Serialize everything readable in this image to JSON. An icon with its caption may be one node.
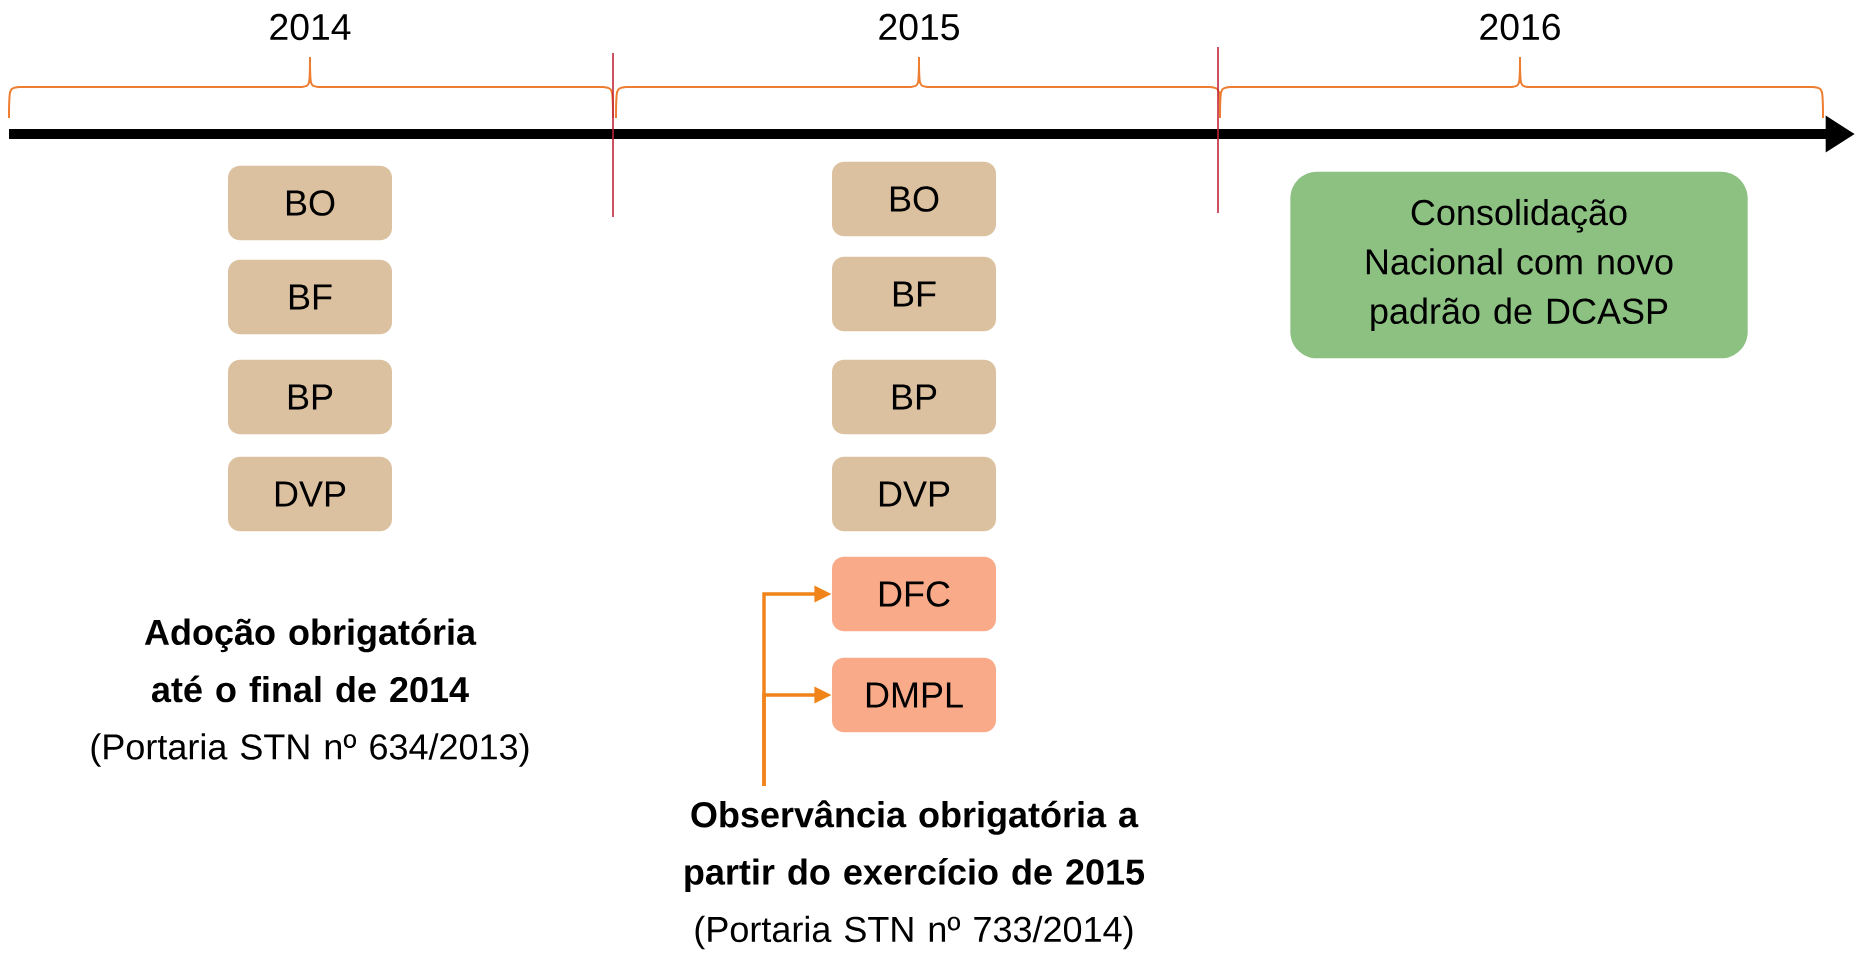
{
  "diagram": {
    "nodes": [
      {
        "text": [
          "BO"
        ]
      },
      {
        "text": [
          "BF"
        ]
      },
      {
        "text": [
          "BP"
        ]
      },
      {
        "text": [
          "DVP"
        ]
      },
      {
        "text": [
          "BO"
        ]
      },
      {
        "text": [
          "BF"
        ]
      },
      {
        "text": [
          "BP"
        ]
      },
      {
        "text": [
          "DVP"
        ]
      },
      {
        "text": [
          "DFC"
        ]
      },
      {
        "text": [
          "DMPL"
        ]
      },
      {
        "text": [
          "Consolidação Nacional com novo padrão de DCASP"
        ]
      },
      {
        "text": [
          "Observância obrigatória a partir do exercício de 2015",
          "(Portaria STN nº 733/2014)"
        ]
      }
    ],
    "edges": [
      {
        "from": 11,
        "to": 8,
        "arrow": "to"
      },
      {
        "from": 11,
        "to": 9,
        "arrow": "to"
      }
    ],
    "labels": [
      "2014",
      "2015",
      "2016",
      "Adoção obrigatória até o final de 2014",
      "(Portaria STN nº 634/2013)"
    ]
  }
}
